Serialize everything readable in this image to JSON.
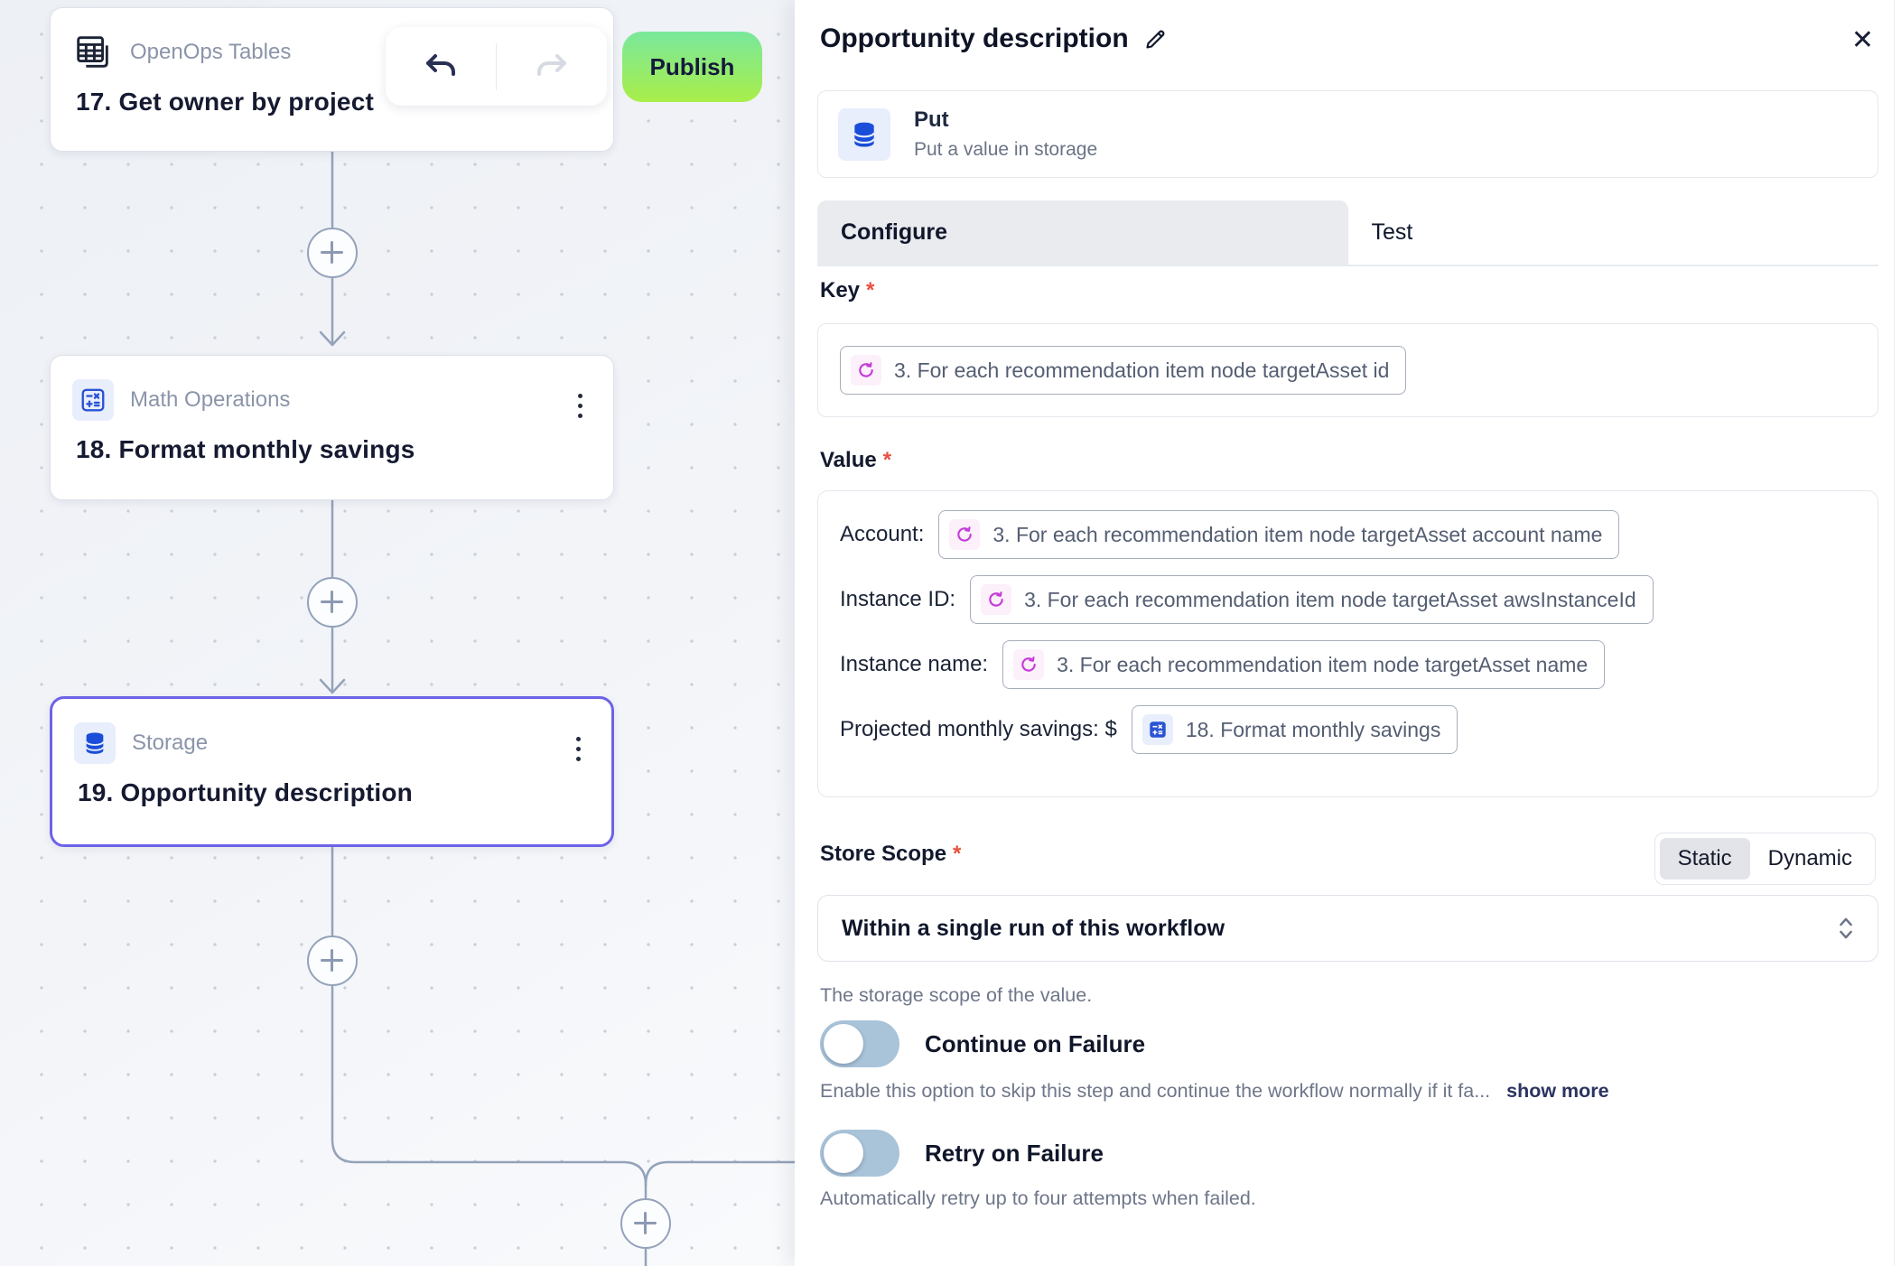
{
  "canvas": {
    "publish_label": "Publish",
    "nodes": [
      {
        "app": "OpenOps Tables",
        "title": "17. Get owner by project"
      },
      {
        "app": "Math Operations",
        "title": "18. Format monthly savings"
      },
      {
        "app": "Storage",
        "title": "19. Opportunity description"
      }
    ]
  },
  "panel": {
    "title": "Opportunity description",
    "close_glyph": "✕",
    "action": {
      "name": "Put",
      "description": "Put a value in storage"
    },
    "tabs": [
      {
        "label": "Configure"
      },
      {
        "label": "Test"
      }
    ],
    "fields": {
      "key": {
        "label": "Key",
        "required_mark": "*",
        "chip": {
          "icon": "loop-icon",
          "text": "3. For each recommendation item node targetAsset id"
        }
      },
      "value": {
        "label": "Value",
        "required_mark": "*",
        "rows": [
          {
            "label": "Account:",
            "chip": {
              "icon": "loop-icon",
              "text": "3. For each recommendation item node targetAsset account name"
            }
          },
          {
            "label": "Instance ID:",
            "chip": {
              "icon": "loop-icon",
              "text": "3. For each recommendation item node targetAsset awsInstanceId"
            }
          },
          {
            "label": "Instance name:",
            "chip": {
              "icon": "loop-icon",
              "text": "3. For each recommendation item node targetAsset name"
            }
          },
          {
            "label": "Projected monthly savings: $",
            "chip": {
              "icon": "math-icon",
              "text": "18. Format monthly savings"
            }
          }
        ]
      },
      "store_scope": {
        "label": "Store Scope",
        "required_mark": "*",
        "options": [
          {
            "label": "Static",
            "selected": true
          },
          {
            "label": "Dynamic",
            "selected": false
          }
        ],
        "select_value": "Within a single run of this workflow",
        "help": "The storage scope of the value."
      }
    },
    "toggles": [
      {
        "label": "Continue on Failure",
        "on": false,
        "help": "Enable this option to skip this step and continue the workflow normally if it fa...",
        "link": "show more"
      },
      {
        "label": "Retry on Failure",
        "on": false,
        "help": "Automatically retry up to four attempts when failed."
      }
    ]
  },
  "icons": {
    "tables": "tables-icon",
    "math": "calculator-icon",
    "storage": "database-icon",
    "loop": "loop-icon",
    "pencil": "edit-pencil-icon",
    "close": "close-icon",
    "undo": "undo-icon",
    "redo": "redo-icon",
    "plus": "add-step-icon",
    "kebab": "more-menu-icon",
    "select_chevrons": "up-down-chevron-icon"
  },
  "colors": {
    "selected_node_border": "#6c63e6",
    "publish_gradient_top": "#79e89c",
    "publish_gradient_bottom": "#a9ee49",
    "brand_blue": "#2b54d4",
    "loop_magenta": "#c43ed8",
    "wire": "#94a2ba",
    "toggle_off_track": "#a9c3d9",
    "required_red": "#e8503f",
    "active_tab_bg": "#e9ebef"
  }
}
